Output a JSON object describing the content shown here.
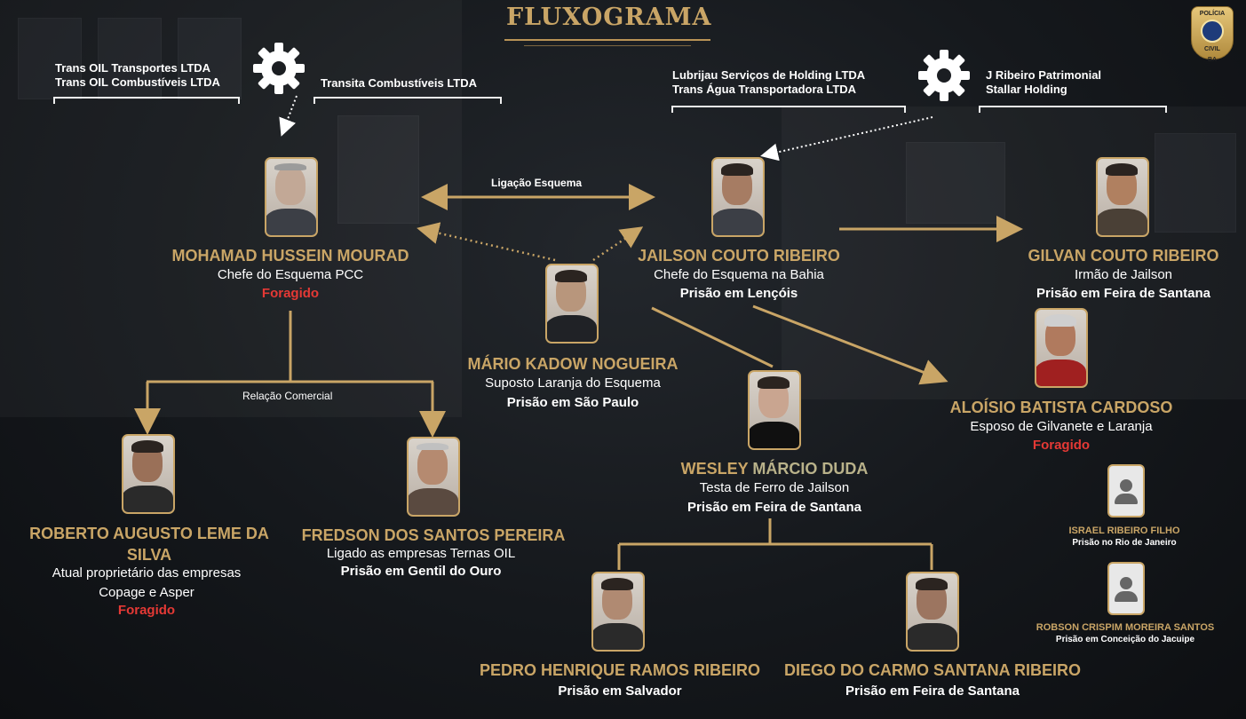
{
  "title": "FLUXOGRAMA",
  "badge": {
    "line1": "POLÍCIA",
    "line2": "CIVIL",
    "line3": "BA"
  },
  "companies": {
    "left_a": "Trans OIL Transportes LTDA",
    "left_b": "Trans OIL Combustíveis LTDA",
    "left_c": "Transita Combustíveis LTDA",
    "right_a": "Lubrijau Serviços de Holding LTDA",
    "right_b": "Trans Água Transportadora LTDA",
    "right_c": "J Ribeiro Patrimonial",
    "right_d": "Stallar Holding"
  },
  "links": {
    "ligacao": "Ligação Esquema",
    "relacao": "Relação Comercial"
  },
  "people": {
    "mohamad": {
      "name": "MOHAMAD HUSSEIN MOURAD",
      "role": "Chefe do Esquema PCC",
      "status": "Foragido"
    },
    "jailson": {
      "name": "JAILSON COUTO RIBEIRO",
      "role": "Chefe do Esquema na Bahia",
      "status": "Prisão em Lençóis"
    },
    "gilvan": {
      "name": "GILVAN COUTO RIBEIRO",
      "role": "Irmão de Jailson",
      "status": "Prisão em Feira de Santana"
    },
    "mario": {
      "name": "MÁRIO KADOW NOGUEIRA",
      "role": "Suposto Laranja do Esquema",
      "status": "Prisão em São Paulo"
    },
    "aloisio": {
      "name": "ALOÍSIO BATISTA CARDOSO",
      "role": "Esposo de Gilvanete e Laranja",
      "status": "Foragido"
    },
    "wesley": {
      "name_a": "WESLEY ",
      "name_b": "MÁRCIO DUDA",
      "role": "Testa de Ferro de Jailson",
      "status": "Prisão em Feira de Santana"
    },
    "roberto": {
      "name_a": "ROBERTO AUGUSTO LEME DA",
      "name_b": "SILVA",
      "role_a": "Atual proprietário das empresas",
      "role_b": "Copage e Asper",
      "status": "Foragido"
    },
    "fredson": {
      "name": "FREDSON DOS SANTOS PEREIRA",
      "role": "Ligado as empresas Ternas OIL",
      "status": "Prisão em Gentil do Ouro"
    },
    "israel": {
      "name": "ISRAEL RIBEIRO FILHO",
      "status": "Prisão no Rio de Janeiro"
    },
    "robson": {
      "name": "ROBSON CRISPIM MOREIRA SANTOS",
      "status": "Prisão em Conceição do Jacuipe"
    },
    "pedro": {
      "name": "PEDRO HENRIQUE RAMOS RIBEIRO",
      "status": "Prisão em Salvador"
    },
    "diego": {
      "name": "DIEGO DO CARMO SANTANA RIBEIRO",
      "status": "Prisão em Feira de Santana"
    }
  },
  "icons": {
    "gear": "gear-icon",
    "avatar": "user-silhouette-icon",
    "badge": "police-badge-icon"
  },
  "colors": {
    "accent": "#c9a566",
    "fugitive": "#e53935",
    "text": "#ffffff",
    "background": "#15181c"
  }
}
